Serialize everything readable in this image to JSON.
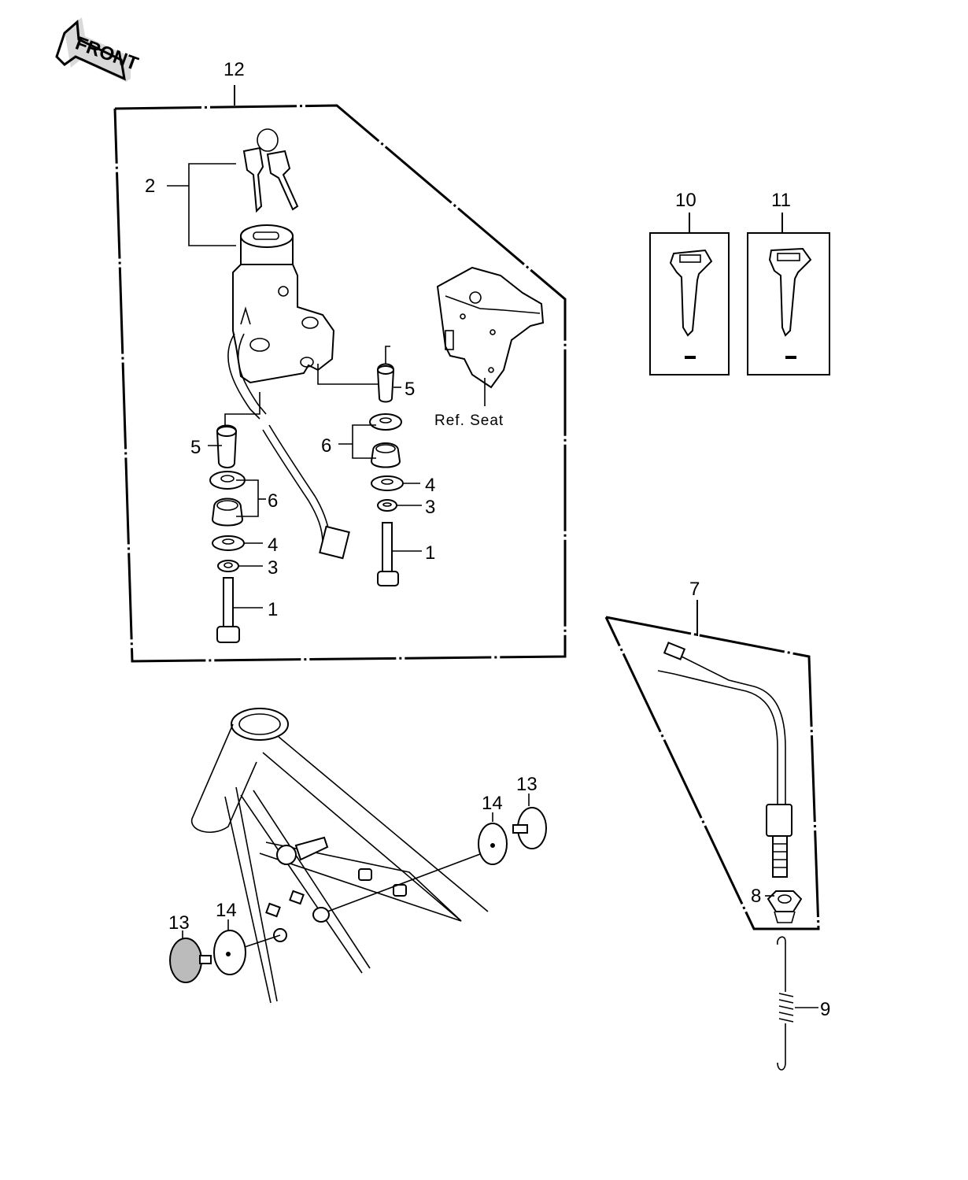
{
  "front_badge": {
    "text": "FRONT"
  },
  "callouts": {
    "c12": "12",
    "c2": "2",
    "c5a": "5",
    "c6a": "6",
    "c4a": "4",
    "c3a": "3",
    "c1a": "1",
    "c5b": "5",
    "c6b": "6",
    "c4b": "4",
    "c3b": "3",
    "c1b": "1",
    "c10": "10",
    "c11": "11",
    "c7": "7",
    "c8": "8",
    "c9": "9",
    "c13a": "13",
    "c14a": "14",
    "c13b": "13",
    "c14b": "14"
  },
  "ref_note": "Ref.  Seat",
  "colors": {
    "ink": "#000000",
    "paper": "#ffffff"
  }
}
